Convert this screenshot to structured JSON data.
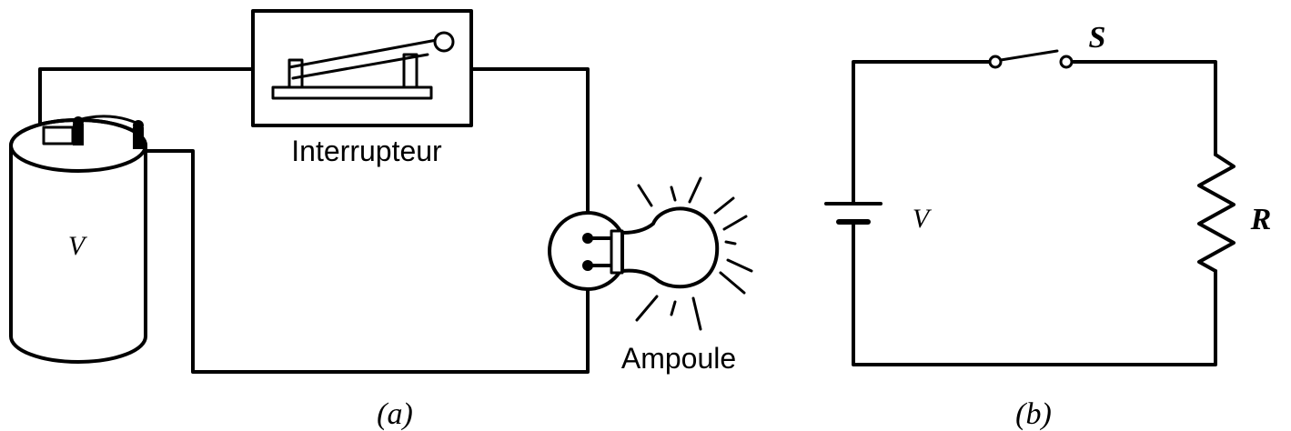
{
  "figure_a": {
    "caption": "(a)",
    "battery_label": "V",
    "switch_label": "Interrupteur",
    "lamp_label": "Ampoule"
  },
  "figure_b": {
    "caption": "(b)",
    "source_label": "V",
    "switch_label": "S",
    "resistor_label": "R"
  }
}
